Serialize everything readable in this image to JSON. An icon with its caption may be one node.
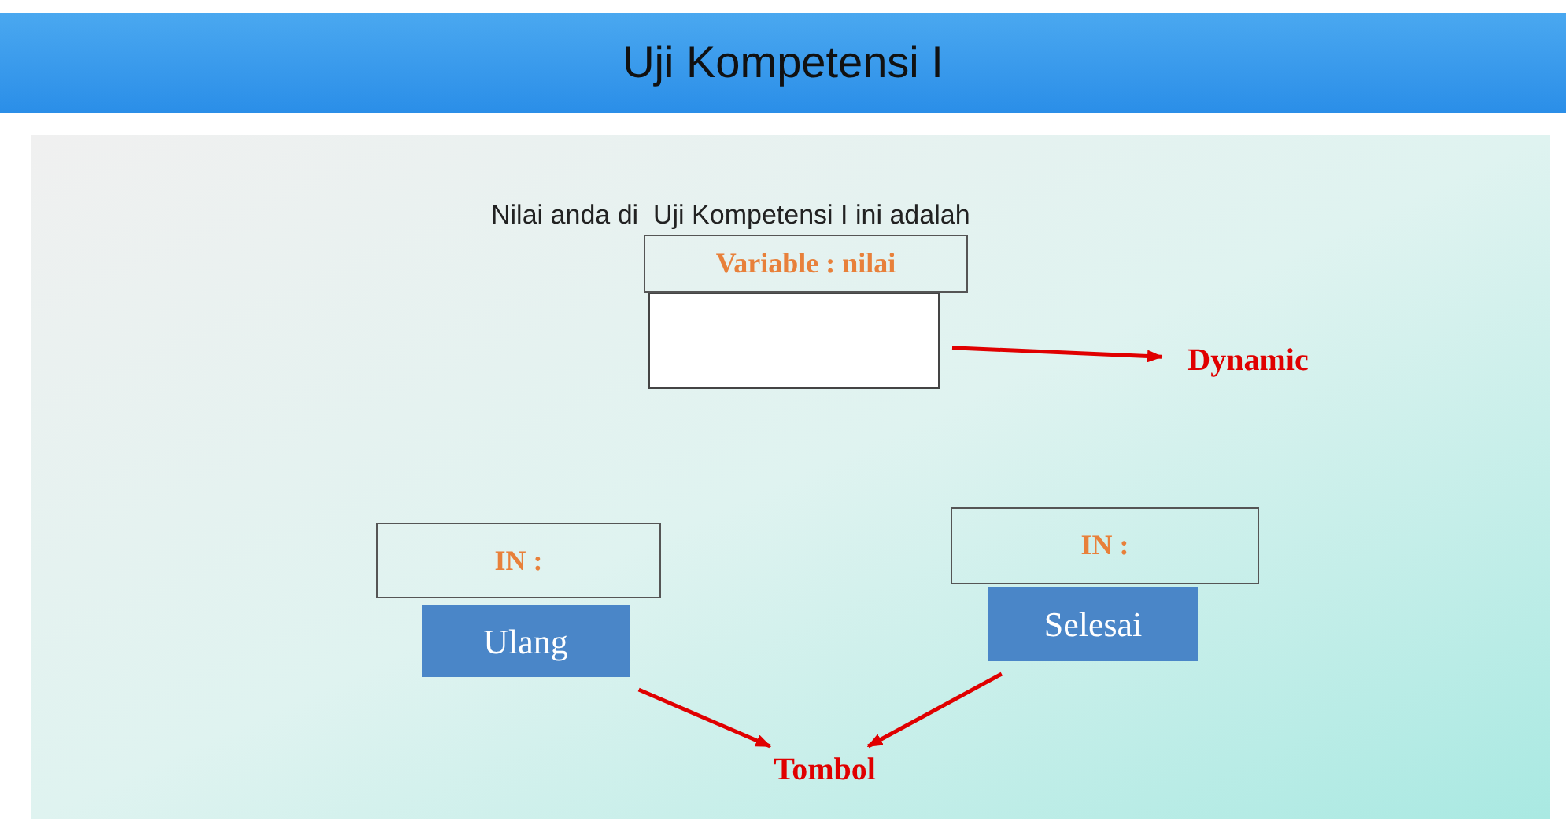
{
  "diagram": {
    "title": "Uji Kompetensi I",
    "nodes": [
      {
        "text": [
          "Variable : nilai"
        ]
      },
      {
        "text": [],
        "shape": "box"
      },
      {
        "text": [
          "Dynamic"
        ]
      },
      {
        "text": [
          "IN :"
        ]
      },
      {
        "text": [
          "Ulang"
        ]
      },
      {
        "text": [
          "IN :"
        ]
      },
      {
        "text": [
          "Selesai"
        ]
      },
      {
        "text": [
          "Tombol"
        ]
      }
    ],
    "edges": [
      {
        "from": 1,
        "to": 2,
        "arrow": "to"
      },
      {
        "from": 4,
        "to": 7,
        "arrow": "to"
      },
      {
        "from": 6,
        "to": 7,
        "arrow": "to"
      }
    ],
    "labels": [
      "Nilai anda di  Uji Kompetensi I ini adalah"
    ]
  }
}
